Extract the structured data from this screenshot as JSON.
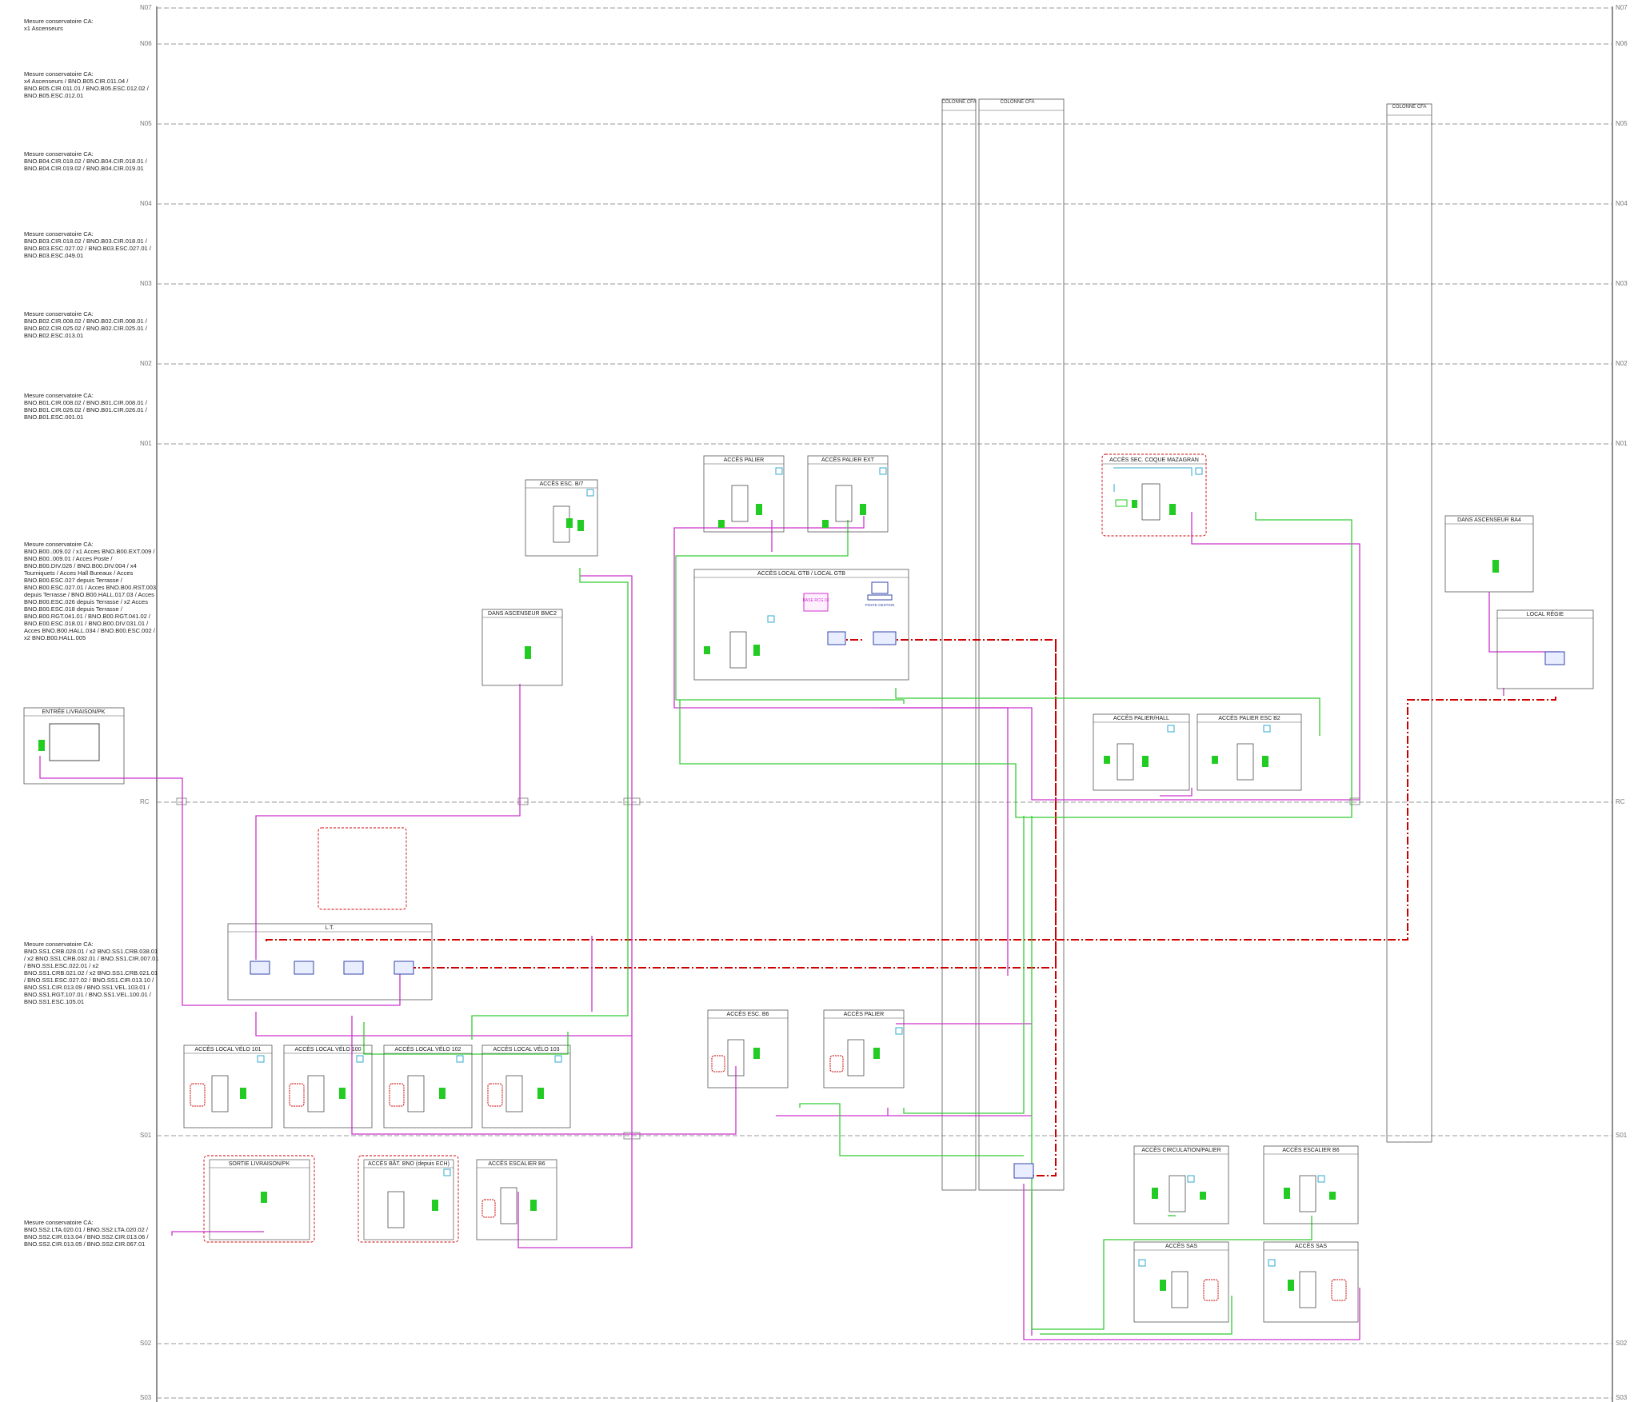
{
  "colors": {
    "level_line": "#999999",
    "frame": "#555555",
    "magenta": "#cc33cc",
    "green": "#33cc33",
    "red_bus": "#cc0000",
    "cyan": "#33aacc",
    "device_green": "#22cc22",
    "blue": "#3344aa"
  },
  "levels": [
    {
      "label": "N07"
    },
    {
      "label": "N06"
    },
    {
      "label": "N05"
    },
    {
      "label": "N04"
    },
    {
      "label": "N03"
    },
    {
      "label": "N02"
    },
    {
      "label": "N01"
    },
    {
      "label": "RC"
    },
    {
      "label": "S01"
    },
    {
      "label": "S02"
    },
    {
      "label": "S03"
    }
  ],
  "notes": [
    {
      "title": "Mesure conservatoire CA:",
      "body": "x1 Ascenseurs"
    },
    {
      "title": "Mesure conservatoire CA:",
      "body": "x4 Ascenseurs / BNO.B05.CIR.011.04 / BNO.B05.CIR.011.01 / BNO.B05.ESC.012.02 / BNO.B05.ESC.012.01"
    },
    {
      "title": "Mesure conservatoire CA:",
      "body": "BNO.B04.CIR.018.02 / BNO.B04.CIR.018.01 / BNO.B04.CIR.019.02 / BNO.B04.CIR.019.01"
    },
    {
      "title": "Mesure conservatoire CA:",
      "body": "BNO.B03.CIR.018.02 / BNO.B03.CIR.018.01 / BNO.B03.ESC.027.02 / BNO.B03.ESC.027.01 / BNO.B03.ESC.049.01"
    },
    {
      "title": "Mesure conservatoire CA:",
      "body": "BNO.B02.CIR.008.02 / BNO.B02.CIR.008.01 / BNO.B02.CIR.025.02 / BNO.B02.CIR.025.01 / BNO.B02.ESC.013.01"
    },
    {
      "title": "Mesure conservatoire CA:",
      "body": "BNO.B01.CIR.008.02 / BNO.B01.CIR.008.01 / BNO.B01.CIR.026.02 / BNO.B01.CIR.026.01 / BNO.B01.ESC.001.01"
    },
    {
      "title": "Mesure conservatoire CA:",
      "body": "BNO.B00..009.02 / x1 Acces BNO.B00.EXT.009 / BNO.B00..009.01 / Acces Poste / BNO.B00.DIV.026 / BNO.B00.DIV.004 / x4 Tourniquets / Acces Hall Bureaux / Acces BNO.B00.ESC.027 depuis Terrasse / BNO.B00.ESC.027.01 / Acces BNO.B00.RST.003 depuis Terrasse / BNO.B00.HALL.017.03 / Acces BNO.B00.ESC.026 depuis Terrasse / x2 Acces BNO.B00.ESC.018 depuis Terrasse / BNO.B00.RGT.041.01 / BNO.B00.RGT.041.02 / BNO.E00.ESC.018.01 / BNO.B00.DIV.031.01 / Acces BNO.B00.HALL.034 / BNO.B00.ESC.002 / x2 BNO.B00.HALL.005"
    },
    {
      "title": "Mesure conservatoire CA:",
      "body": "BNO.SS1.CRB.028.01 / x2 BNO.SS1.CRB.038.01 / x2 BNO.SS1.CRB.032.01 / BNO.SS1.CIR.007.01 / BNO.SS1.ESC.022.01 / x2 BNO.SS1.CRB.021.02 / x2 BNO.SS1.CRB.021.01 / BNO.SS1.ESC.027.02 / BNO.SS1.CIR.013.10 / BNO.SS1.CIR.013.09 / BNO.SS1.VEL.103.01 / BNO.SS1.RGT.107.01 / BNO.SS1.VEL.100.01 / BNO.SS1.ESC.105.01"
    },
    {
      "title": "Mesure conservatoire CA:",
      "body": "BNO.SS2.LTA.020.01 / BNO.SS2.LTA.020.02 / BNO.SS2.CIR.013.04 / BNO.SS2.CIR.013.06 / BNO.SS2.CIR.013.05 / BNO.SS2.CIR.067.01"
    }
  ],
  "risers": [
    {
      "label": "COLONNE CFA"
    },
    {
      "label": "COLONNE CFA"
    },
    {
      "label": "COLONNE CFA"
    }
  ],
  "rooms": [
    {
      "label": "ACCÈS ESC. B/7"
    },
    {
      "label": "ACCÈS PALIER"
    },
    {
      "label": "ACCÈS PALIER EXT"
    },
    {
      "label": "ACCÈS SEC. COQUE MAZAGRAN"
    },
    {
      "label": "DANS ASCENSEUR BA4"
    },
    {
      "label": "ACCÈS LOCAL GTB / LOCAL GTB"
    },
    {
      "label": "LOCAL RÉGIE"
    },
    {
      "label": "DANS ASCENSEUR BMC2"
    },
    {
      "label": "ACCÈS PALIER/HALL"
    },
    {
      "label": "ACCÈS PALIER ESC B2"
    },
    {
      "label": "ENTRÉE LIVRAISON/PK"
    },
    {
      "label": "L.T."
    },
    {
      "label": "ACCÈS ESC. B6"
    },
    {
      "label": "ACCÈS PALIER"
    },
    {
      "label": "ACCÈS LOCAL VÉLO 101"
    },
    {
      "label": "ACCÈS LOCAL VÉLO 100"
    },
    {
      "label": "ACCÈS LOCAL VÉLO 102"
    },
    {
      "label": "ACCÈS LOCAL VÉLO 103"
    },
    {
      "label": "SORTIE LIVRAISON/PK"
    },
    {
      "label": "ACCÈS BÂT. BNO (depuis ECH)"
    },
    {
      "label": "ACCÈS ESCALIER B6"
    },
    {
      "label": "ACCÈS CIRCULATION/PALIER"
    },
    {
      "label": "ACCÈS ESCALIER B6"
    },
    {
      "label": "ACCÈS SAS"
    },
    {
      "label": "ACCÈS SAS"
    }
  ],
  "gtb": {
    "server_label": "BASE RCG.03",
    "pc_label": "POSTE GESTION"
  }
}
